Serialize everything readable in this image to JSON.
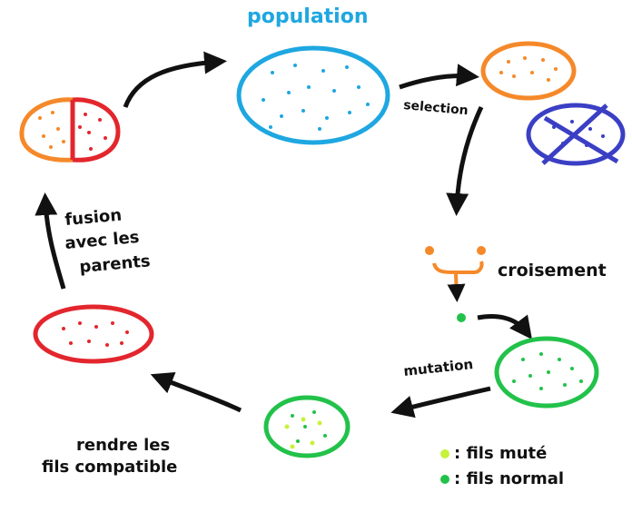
{
  "labels": {
    "population": "population",
    "selection": "selection",
    "croisement": "croisement",
    "mutation": "mutation",
    "fusion_line1": "fusion",
    "fusion_line2": "avec les",
    "fusion_line3": "parents",
    "rendre_line1": "rendre les",
    "rendre_line2": "fils compatible",
    "legend_mute": ": fils muté",
    "legend_normal": ": fils normal"
  },
  "colors": {
    "population": "#1ea7e1",
    "selected": "#f5892a",
    "rejected": "#3b3fc4",
    "parent_red": "#e3262d",
    "orange": "#f5892a",
    "green": "#22c24a",
    "mutated": "#c7f23a",
    "ink": "#111111"
  }
}
